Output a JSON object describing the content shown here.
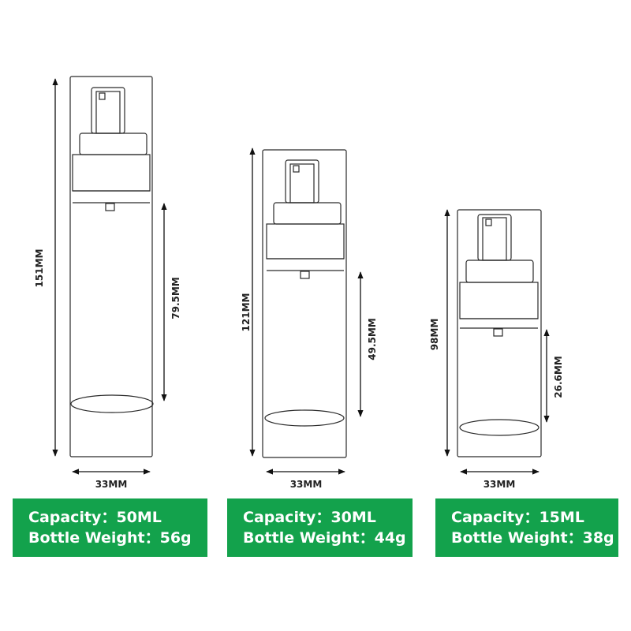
{
  "bottles": [
    {
      "height_label": "151MM",
      "inner_height_label": "79.5MM",
      "width_label": "33MM",
      "capacity_label": "Capacity：",
      "capacity_value": "50ML",
      "weight_label": "Bottle Weight：",
      "weight_value": "56g"
    },
    {
      "height_label": "121MM",
      "inner_height_label": "49.5MM",
      "width_label": "33MM",
      "capacity_label": "Capacity：",
      "capacity_value": "30ML",
      "weight_label": "Bottle Weight：",
      "weight_value": "44g"
    },
    {
      "height_label": "98MM",
      "inner_height_label": "26.6MM",
      "width_label": "33MM",
      "capacity_label": "Capacity：",
      "capacity_value": "15ML",
      "weight_label": "Bottle Weight：",
      "weight_value": "38g"
    }
  ],
  "colors": {
    "spec_box": "#13a24c",
    "spec_text": "#ffffff",
    "outline": "#2a2a2a"
  }
}
